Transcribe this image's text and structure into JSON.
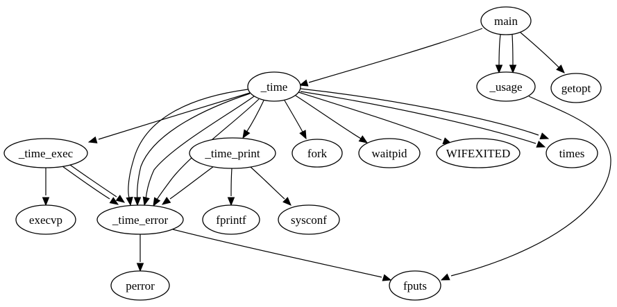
{
  "graph": {
    "nodes": [
      {
        "id": "main",
        "label": "main"
      },
      {
        "id": "_usage",
        "label": "_usage"
      },
      {
        "id": "getopt",
        "label": "getopt"
      },
      {
        "id": "_time",
        "label": "_time"
      },
      {
        "id": "_time_exec",
        "label": "_time_exec"
      },
      {
        "id": "_time_print",
        "label": "_time_print"
      },
      {
        "id": "fork",
        "label": "fork"
      },
      {
        "id": "waitpid",
        "label": "waitpid"
      },
      {
        "id": "WIFEXITED",
        "label": "WIFEXITED"
      },
      {
        "id": "times",
        "label": "times"
      },
      {
        "id": "execvp",
        "label": "execvp"
      },
      {
        "id": "_time_error",
        "label": "_time_error"
      },
      {
        "id": "fprintf",
        "label": "fprintf"
      },
      {
        "id": "sysconf",
        "label": "sysconf"
      },
      {
        "id": "perror",
        "label": "perror"
      },
      {
        "id": "fputs",
        "label": "fputs"
      }
    ],
    "edges": [
      {
        "from": "main",
        "to": "_time"
      },
      {
        "from": "main",
        "to": "_usage"
      },
      {
        "from": "main",
        "to": "_usage"
      },
      {
        "from": "main",
        "to": "getopt"
      },
      {
        "from": "_usage",
        "to": "fputs"
      },
      {
        "from": "_time",
        "to": "_time_exec"
      },
      {
        "from": "_time",
        "to": "_time_error"
      },
      {
        "from": "_time",
        "to": "_time_error"
      },
      {
        "from": "_time",
        "to": "_time_error"
      },
      {
        "from": "_time",
        "to": "_time_error"
      },
      {
        "from": "_time",
        "to": "_time_print"
      },
      {
        "from": "_time",
        "to": "fork"
      },
      {
        "from": "_time",
        "to": "waitpid"
      },
      {
        "from": "_time",
        "to": "WIFEXITED"
      },
      {
        "from": "_time",
        "to": "times"
      },
      {
        "from": "_time",
        "to": "times"
      },
      {
        "from": "_time_exec",
        "to": "execvp"
      },
      {
        "from": "_time_exec",
        "to": "_time_error"
      },
      {
        "from": "_time_exec",
        "to": "_time_error"
      },
      {
        "from": "_time_print",
        "to": "_time_error"
      },
      {
        "from": "_time_print",
        "to": "fprintf"
      },
      {
        "from": "_time_print",
        "to": "sysconf"
      },
      {
        "from": "_time_error",
        "to": "perror"
      },
      {
        "from": "_time_error",
        "to": "fputs"
      }
    ]
  }
}
